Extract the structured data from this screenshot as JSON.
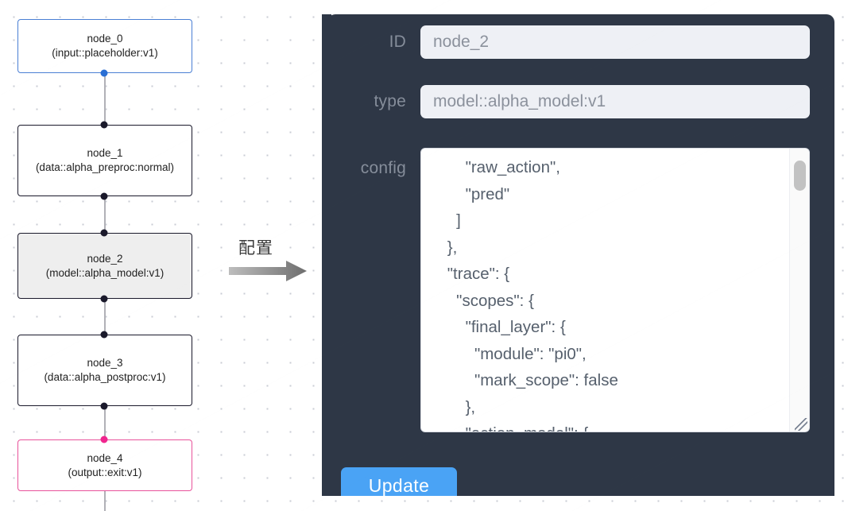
{
  "graph": {
    "nodes": [
      {
        "id": "node_0",
        "title": "node_0",
        "subtitle": "(input::placeholder:v1)",
        "kind": "input",
        "selected": false
      },
      {
        "id": "node_1",
        "title": "node_1",
        "subtitle": "(data::alpha_preproc:normal)",
        "kind": "default",
        "selected": false
      },
      {
        "id": "node_2",
        "title": "node_2",
        "subtitle": "(model::alpha_model:v1)",
        "kind": "default",
        "selected": true
      },
      {
        "id": "node_3",
        "title": "node_3",
        "subtitle": "(data::alpha_postproc:v1)",
        "kind": "default",
        "selected": false
      },
      {
        "id": "node_4",
        "title": "node_4",
        "subtitle": "(output::exit:v1)",
        "kind": "output",
        "selected": false
      }
    ],
    "colors": {
      "input_border": "#4a7fd4",
      "output_border": "#e8529b",
      "default_border": "#1a192b",
      "selected_fill": "#eeeeee",
      "edge": "#b1b1b7",
      "handle": "#1a192b",
      "handle_input": "#2a6fd4",
      "handle_output": "#f0268f"
    }
  },
  "transition": {
    "label": "配置",
    "icon": "right-arrow-icon"
  },
  "panel": {
    "background": "#2e3746",
    "fields": [
      {
        "label": "ID",
        "value": "node_2",
        "placeholder": "node_2"
      },
      {
        "label": "type",
        "value": "model::alpha_model:v1",
        "placeholder": "model::alpha_model:v1"
      }
    ],
    "config": {
      "label": "config",
      "value": "        \"raw_action\",\n        \"pred\"\n      ]\n    },\n    \"trace\": {\n      \"scopes\": {\n        \"final_layer\": {\n          \"module\": \"pi0\",\n          \"mark_scope\": false\n        },\n        \"action_model\": {",
      "scroll_position": "top"
    },
    "update_button": {
      "label": "Update",
      "color": "#4aa3f5"
    }
  }
}
